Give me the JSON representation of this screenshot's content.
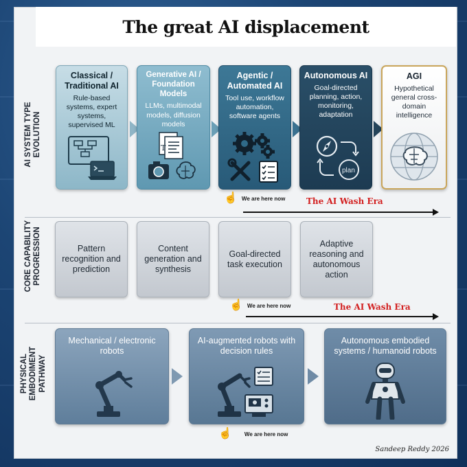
{
  "title": "The great AI displacement",
  "rows": {
    "evolution_label": "AI SYSTEM TYPE EVOLUTION",
    "capability_label": "CORE CAPABILITY PROGRESSION",
    "embodiment_label": "PHYSICAL EMBODIMENT PATHWAY"
  },
  "evolution": [
    {
      "title": "Classical / Traditional AI",
      "desc": "Rule-based systems, expert systems, supervised ML",
      "icon": "flowchart-laptop-icon"
    },
    {
      "title": "Generative AI / Foundation Models",
      "desc": "LLMs, multimodal models, diffusion models",
      "icon": "documents-camera-brain-icon"
    },
    {
      "title": "Agentic / Automated AI",
      "desc": "Tool use, workflow automation, software agents",
      "icon": "gears-tools-checklist-icon"
    },
    {
      "title": "Autonomous AI",
      "desc": "Goal-directed planning, action, monitoring, adaptation",
      "icon": "compass-plan-cycle-icon",
      "plan_label": "plan"
    },
    {
      "title": "AGI",
      "desc": "Hypothetical general cross-domain intelligence",
      "icon": "brain-globe-icon"
    }
  ],
  "capabilities": [
    "Pattern recognition and prediction",
    "Content generation and synthesis",
    "Goal-directed task execution",
    "Adaptive reasoning and autonomous action"
  ],
  "embodiment": [
    {
      "title": "Mechanical / electronic robots",
      "icon": "robot-arm-icon"
    },
    {
      "title": "AI-augmented robots with decision rules",
      "icon": "robot-arm-screen-icon"
    },
    {
      "title": "Autonomous embodied systems / humanoid robots",
      "icon": "humanoid-robot-icon"
    }
  ],
  "markers": {
    "here_now": "We are here now",
    "wash_era": "The AI Wash Era"
  },
  "signature": "Sandeep Reddy 2026",
  "colors": {
    "wash_era": "#d21f1f",
    "agi_border": "#c9a55a"
  }
}
